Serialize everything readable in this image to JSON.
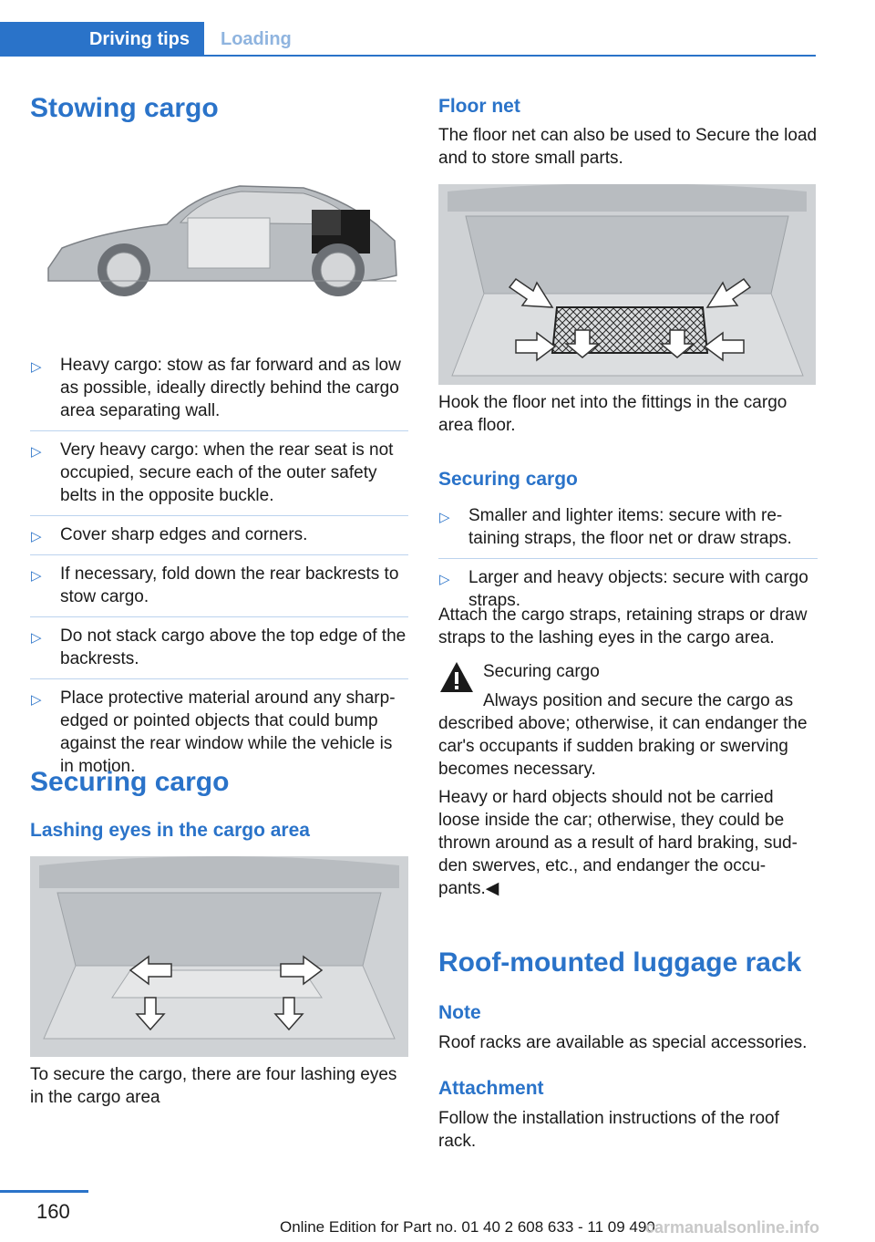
{
  "header": {
    "tab_active": "Driving tips",
    "tab_inactive": "Loading"
  },
  "left": {
    "title": "Stowing cargo",
    "bullets": [
      "Heavy cargo: stow as far forward and as low as possible, ideally directly behind the cargo area separating wall.",
      "Very heavy cargo: when the rear seat is not occupied, secure each of the outer safety belts in the opposite buckle.",
      "Cover sharp edges and corners.",
      "If necessary, fold down the rear backrests to stow cargo.",
      "Do not stack cargo above the top edge of the backrests.",
      "Place protective material around any sharp-edged or pointed objects that could bump against the rear window while the vehicle is in motion."
    ],
    "section_title": "Securing cargo",
    "subsection_title": "Lashing eyes in the cargo area",
    "lashing_text": "To secure the cargo, there are four lashing eyes in the cargo area"
  },
  "right": {
    "floor_net_title": "Floor net",
    "floor_net_text": "The floor net can also be used to Secure the load and to store small parts.",
    "floor_net_hook_text": "Hook the floor net into the fittings in the cargo area floor.",
    "securing_title": "Securing cargo",
    "securing_bullets": [
      "Smaller and lighter items: secure with re­taining straps, the floor net or draw straps.",
      "Larger and heavy objects: secure with cargo straps."
    ],
    "attach_text": "Attach the cargo straps, retaining straps or draw straps to the lashing eyes in the cargo area.",
    "warning_title": "Securing cargo",
    "warning_text": "Always position and secure the cargo as described above; otherwise, it can endanger the car's occupants if sudden braking or swerving becomes necessary.",
    "heavy_text": "Heavy or hard objects should not be carried loose inside the car; otherwise, they could be thrown around as a result of hard braking, sud­den swerves, etc., and endanger the occu­pants.◀",
    "roof_title": "Roof-mounted luggage rack",
    "note_title": "Note",
    "note_text": "Roof racks are available as special accessories.",
    "attachment_title": "Attachment",
    "attachment_text": "Follow the installation instructions of the roof rack."
  },
  "footer": {
    "page_number": "160",
    "edition": "Online Edition for Part no. 01 40 2 608 633 - 11 09 490",
    "watermark": "carmanualsonline.info"
  },
  "colors": {
    "accent": "#2a73c9"
  }
}
